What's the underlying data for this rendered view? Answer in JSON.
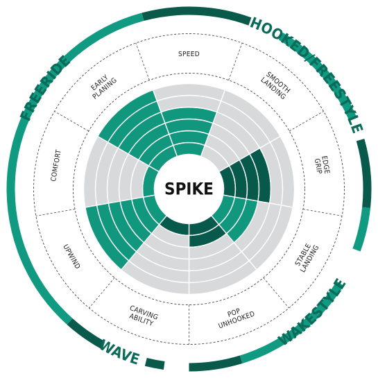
{
  "colors": {
    "filled": "#12977f",
    "filled_dark": "#07594b",
    "empty": "#d8d9da",
    "ring_light": "#0f9a81",
    "ring_dark": "#0a5a4b",
    "label_text": "#1a1a1a",
    "category_text": "#0b6b5b"
  },
  "chart_data": {
    "type": "radial-bar",
    "title": "SPIKE",
    "scale_max": 6,
    "attributes": [
      {
        "label_lines": [
          "SPEED"
        ],
        "value": 4,
        "emphasis": "normal"
      },
      {
        "label_lines": [
          "SMOOTH",
          "LANDING"
        ],
        "value": 0,
        "emphasis": "normal"
      },
      {
        "label_lines": [
          "EDGE",
          "GRIP"
        ],
        "value": 4,
        "emphasis": "dark"
      },
      {
        "label_lines": [
          "STABLE",
          "LANDING"
        ],
        "value": 3,
        "emphasis": "normal"
      },
      {
        "label_lines": [
          "POP",
          "UNHOOKED"
        ],
        "value": 2,
        "emphasis": "dark"
      },
      {
        "label_lines": [
          "CARVING",
          "ABILITY"
        ],
        "value": 1,
        "emphasis": "dark"
      },
      {
        "label_lines": [
          "UPWIND"
        ],
        "value": 6,
        "emphasis": "normal"
      },
      {
        "label_lines": [
          "COMFORT"
        ],
        "value": 1,
        "emphasis": "normal"
      },
      {
        "label_lines": [
          "EARLY",
          "PLANING"
        ],
        "value": 6,
        "emphasis": "normal"
      }
    ],
    "categories": [
      {
        "label": "FREERIDE"
      },
      {
        "label": "HOOKED/FREESTYLE"
      },
      {
        "label": "WAKESTYLE"
      },
      {
        "label": "WAVE"
      }
    ]
  }
}
